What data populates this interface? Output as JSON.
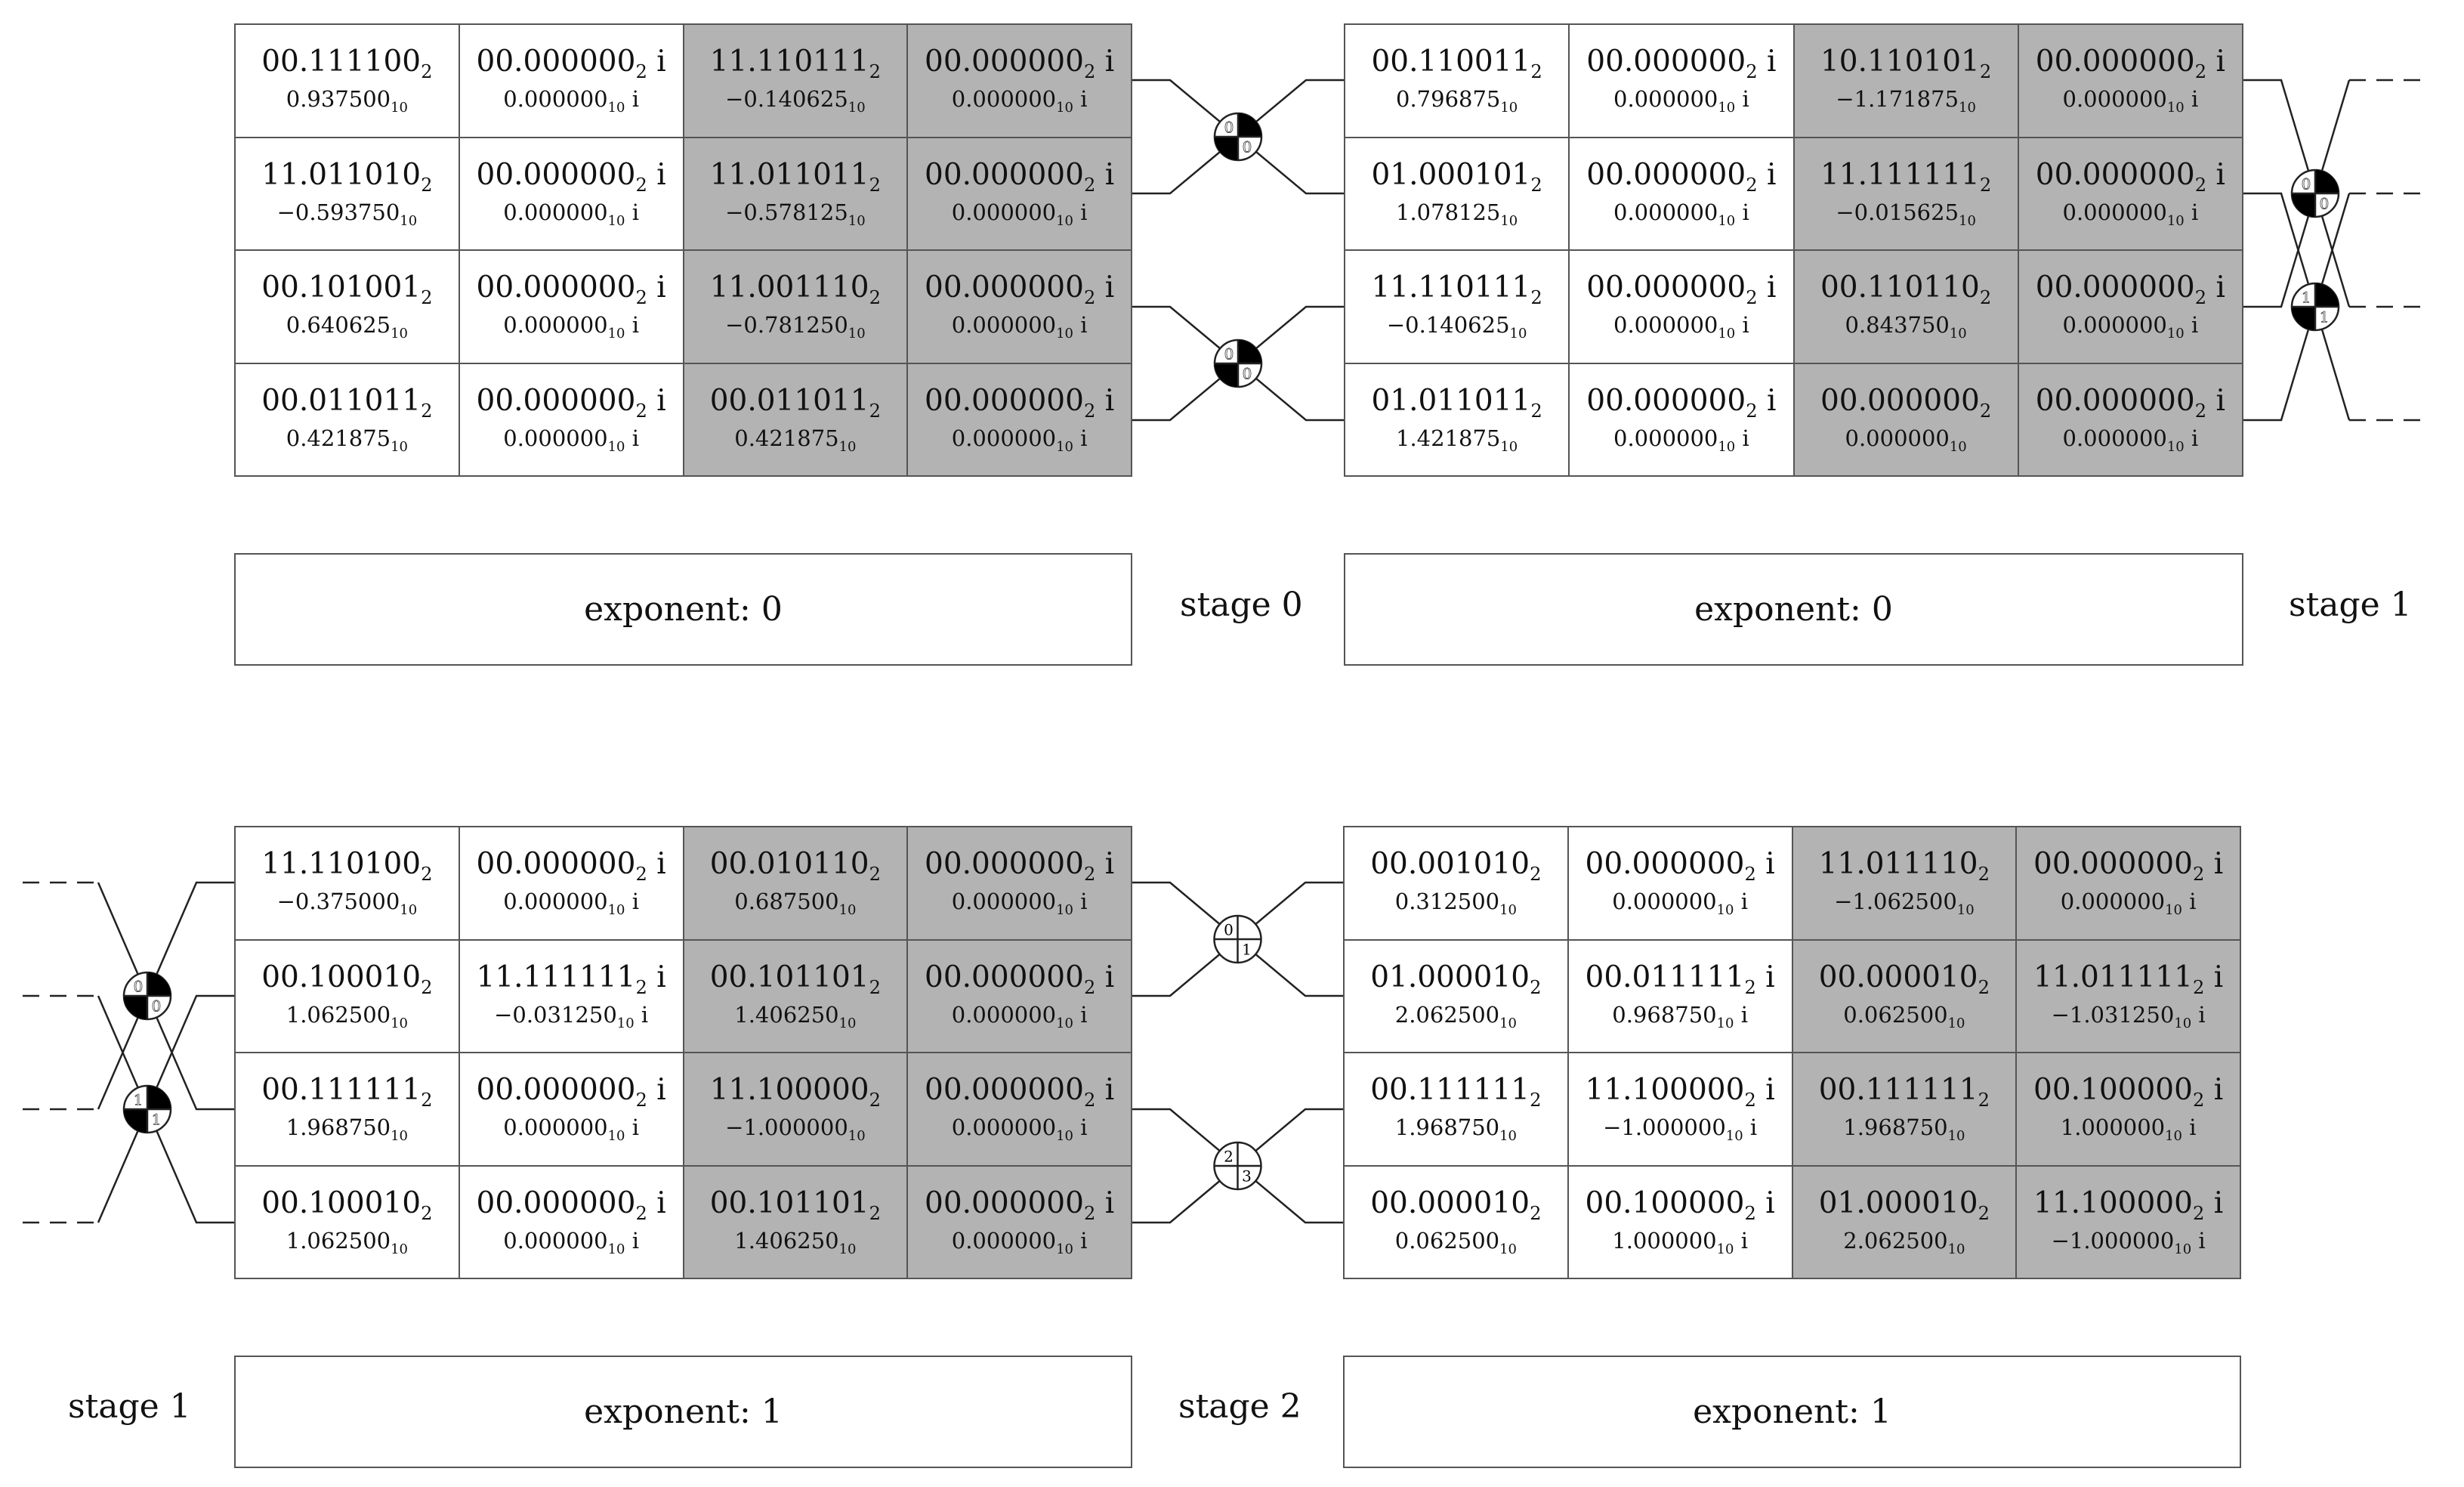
{
  "panels": [
    {
      "exponent_label": "exponent: 0",
      "rows": [
        [
          {
            "bin": "00.111100",
            "dec": "0.937500"
          },
          {
            "bin": "00.000000",
            "dec": "0.000000",
            "im": true
          },
          {
            "bin": "11.110111",
            "dec": "−0.140625"
          },
          {
            "bin": "00.000000",
            "dec": "0.000000",
            "im": true
          }
        ],
        [
          {
            "bin": "11.011010",
            "dec": "−0.593750"
          },
          {
            "bin": "00.000000",
            "dec": "0.000000",
            "im": true
          },
          {
            "bin": "11.011011",
            "dec": "−0.578125"
          },
          {
            "bin": "00.000000",
            "dec": "0.000000",
            "im": true
          }
        ],
        [
          {
            "bin": "00.101001",
            "dec": "0.640625"
          },
          {
            "bin": "00.000000",
            "dec": "0.000000",
            "im": true
          },
          {
            "bin": "11.001110",
            "dec": "−0.781250"
          },
          {
            "bin": "00.000000",
            "dec": "0.000000",
            "im": true
          }
        ],
        [
          {
            "bin": "00.011011",
            "dec": "0.421875"
          },
          {
            "bin": "00.000000",
            "dec": "0.000000",
            "im": true
          },
          {
            "bin": "00.011011",
            "dec": "0.421875"
          },
          {
            "bin": "00.000000",
            "dec": "0.000000",
            "im": true
          }
        ]
      ]
    },
    {
      "exponent_label": "exponent: 0",
      "rows": [
        [
          {
            "bin": "00.110011",
            "dec": "0.796875"
          },
          {
            "bin": "00.000000",
            "dec": "0.000000",
            "im": true
          },
          {
            "bin": "10.110101",
            "dec": "−1.171875"
          },
          {
            "bin": "00.000000",
            "dec": "0.000000",
            "im": true
          }
        ],
        [
          {
            "bin": "01.000101",
            "dec": "1.078125"
          },
          {
            "bin": "00.000000",
            "dec": "0.000000",
            "im": true
          },
          {
            "bin": "11.111111",
            "dec": "−0.015625"
          },
          {
            "bin": "00.000000",
            "dec": "0.000000",
            "im": true
          }
        ],
        [
          {
            "bin": "11.110111",
            "dec": "−0.140625"
          },
          {
            "bin": "00.000000",
            "dec": "0.000000",
            "im": true
          },
          {
            "bin": "00.110110",
            "dec": "0.843750"
          },
          {
            "bin": "00.000000",
            "dec": "0.000000",
            "im": true
          }
        ],
        [
          {
            "bin": "01.011011",
            "dec": "1.421875"
          },
          {
            "bin": "00.000000",
            "dec": "0.000000",
            "im": true
          },
          {
            "bin": "00.000000",
            "dec": "0.000000"
          },
          {
            "bin": "00.000000",
            "dec": "0.000000",
            "im": true
          }
        ]
      ]
    },
    {
      "exponent_label": "exponent: 1",
      "rows": [
        [
          {
            "bin": "11.110100",
            "dec": "−0.375000"
          },
          {
            "bin": "00.000000",
            "dec": "0.000000",
            "im": true
          },
          {
            "bin": "00.010110",
            "dec": "0.687500"
          },
          {
            "bin": "00.000000",
            "dec": "0.000000",
            "im": true
          }
        ],
        [
          {
            "bin": "00.100010",
            "dec": "1.062500"
          },
          {
            "bin": "11.111111",
            "dec": "−0.031250",
            "im": true
          },
          {
            "bin": "00.101101",
            "dec": "1.406250"
          },
          {
            "bin": "00.000000",
            "dec": "0.000000",
            "im": true
          }
        ],
        [
          {
            "bin": "00.111111",
            "dec": "1.968750"
          },
          {
            "bin": "00.000000",
            "dec": "0.000000",
            "im": true
          },
          {
            "bin": "11.100000",
            "dec": "−1.000000"
          },
          {
            "bin": "00.000000",
            "dec": "0.000000",
            "im": true
          }
        ],
        [
          {
            "bin": "00.100010",
            "dec": "1.062500"
          },
          {
            "bin": "00.000000",
            "dec": "0.000000",
            "im": true
          },
          {
            "bin": "00.101101",
            "dec": "1.406250"
          },
          {
            "bin": "00.000000",
            "dec": "0.000000",
            "im": true
          }
        ]
      ]
    },
    {
      "exponent_label": "exponent: 1",
      "rows": [
        [
          {
            "bin": "00.001010",
            "dec": "0.312500"
          },
          {
            "bin": "00.000000",
            "dec": "0.000000",
            "im": true
          },
          {
            "bin": "11.011110",
            "dec": "−1.062500"
          },
          {
            "bin": "00.000000",
            "dec": "0.000000",
            "im": true
          }
        ],
        [
          {
            "bin": "01.000010",
            "dec": "2.062500"
          },
          {
            "bin": "00.011111",
            "dec": "0.968750",
            "im": true
          },
          {
            "bin": "00.000010",
            "dec": "0.062500"
          },
          {
            "bin": "11.011111",
            "dec": "−1.031250",
            "im": true
          }
        ],
        [
          {
            "bin": "00.111111",
            "dec": "1.968750"
          },
          {
            "bin": "11.100000",
            "dec": "−1.000000",
            "im": true
          },
          {
            "bin": "00.111111",
            "dec": "1.968750"
          },
          {
            "bin": "00.100000",
            "dec": "1.000000",
            "im": true
          }
        ],
        [
          {
            "bin": "00.000010",
            "dec": "0.062500"
          },
          {
            "bin": "00.100000",
            "dec": "1.000000",
            "im": true
          },
          {
            "bin": "01.000010",
            "dec": "2.062500"
          },
          {
            "bin": "11.100000",
            "dec": "−1.000000",
            "im": true
          }
        ]
      ]
    }
  ],
  "subscripts": {
    "binary": "2",
    "decimal": "10",
    "imag_unit": "i"
  },
  "stage_labels": {
    "top_middle": "stage 0",
    "top_right": "stage 1",
    "bottom_left": "stage 1",
    "bottom_middle": "stage 2"
  },
  "butterflies": [
    {
      "top": "0",
      "bottom": "0",
      "style": "filled"
    },
    {
      "top": "0",
      "bottom": "0",
      "style": "filled"
    },
    {
      "top": "0",
      "bottom": "0",
      "style": "filled"
    },
    {
      "top": "1",
      "bottom": "1",
      "style": "filled"
    },
    {
      "top": "0",
      "bottom": "0",
      "style": "filled"
    },
    {
      "top": "1",
      "bottom": "1",
      "style": "filled"
    },
    {
      "top": "0",
      "bottom": "1",
      "style": "open"
    },
    {
      "top": "2",
      "bottom": "3",
      "style": "open"
    }
  ]
}
